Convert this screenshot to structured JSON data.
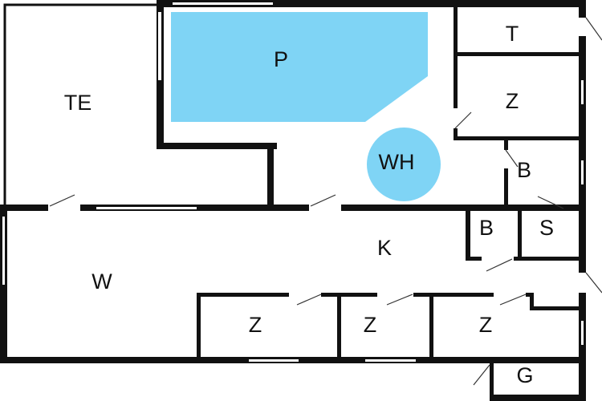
{
  "colors": {
    "water": "#7fd4f5",
    "wall": "#111111"
  },
  "rooms": {
    "terrace": "TE",
    "pool": "P",
    "whirlpool": "WH",
    "t_room": "T",
    "bedroom_top": "Z",
    "bath_top": "B",
    "bath_small": "B",
    "sauna": "S",
    "kitchen": "K",
    "living": "W",
    "bedroom_1": "Z",
    "bedroom_2": "Z",
    "bedroom_3": "Z",
    "garage": "G"
  }
}
